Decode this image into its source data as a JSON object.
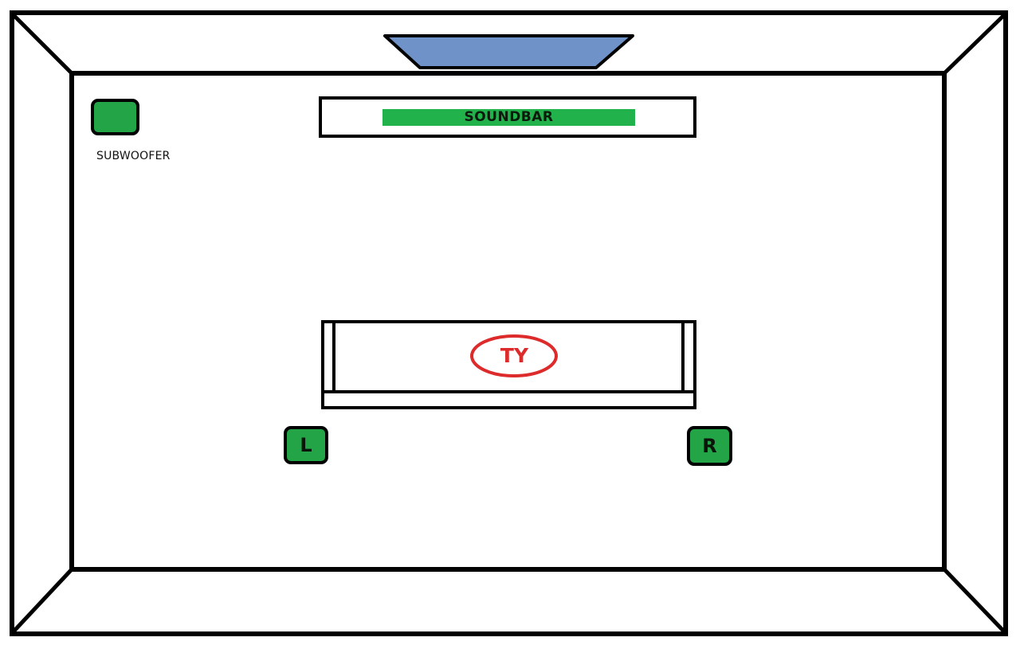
{
  "labels": {
    "soundbar": "SOUNDBAR",
    "subwoofer": "SUBWOOFER",
    "tv": "TY",
    "speaker_left": "L",
    "speaker_right": "R"
  },
  "colors": {
    "outline": "#000000",
    "speaker_green": "#22a447",
    "soundbar_strip": "#22b24c",
    "window_blue": "#6f93c8",
    "tv_ellipse": "#dd2a2a",
    "background": "#ffffff"
  }
}
